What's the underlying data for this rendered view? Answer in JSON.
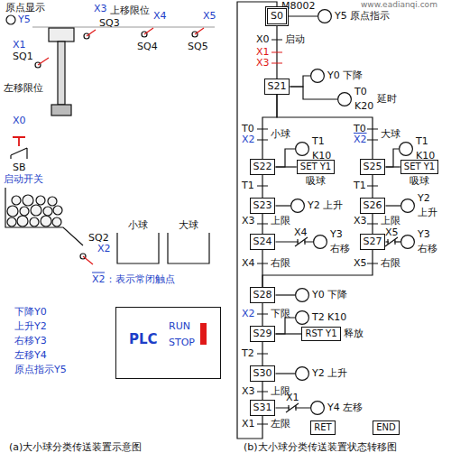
{
  "diagram": {
    "nodes": [
      {
        "text": [
          "S0"
        ]
      },
      {
        "text": [
          "Y5",
          "原点指示"
        ]
      },
      {
        "text": [
          "S21"
        ]
      },
      {
        "text": [
          "Y0",
          "下降"
        ]
      },
      {
        "text": [
          "T0",
          "K20",
          "延时"
        ]
      },
      {
        "text": [
          "S22"
        ]
      },
      {
        "text": [
          "T1",
          "K10"
        ]
      },
      {
        "text": [
          "SET Y1",
          "吸球"
        ]
      },
      {
        "text": [
          "S23"
        ]
      },
      {
        "text": [
          "Y2",
          "上升"
        ]
      },
      {
        "text": [
          "S24"
        ]
      },
      {
        "text": [
          "Y3",
          "右移"
        ]
      },
      {
        "text": [
          "S25"
        ]
      },
      {
        "text": [
          "T1",
          "K10"
        ]
      },
      {
        "text": [
          "SET Y1",
          "吸球"
        ]
      },
      {
        "text": [
          "S26"
        ]
      },
      {
        "text": [
          "Y2",
          "上升"
        ]
      },
      {
        "text": [
          "S27"
        ]
      },
      {
        "text": [
          "Y3",
          "右移"
        ]
      },
      {
        "text": [
          "S28"
        ]
      },
      {
        "text": [
          "Y0",
          "下降"
        ]
      },
      {
        "text": [
          "S29"
        ]
      },
      {
        "text": [
          "T2",
          "K10"
        ]
      },
      {
        "text": [
          "RST Y1",
          "释放"
        ]
      },
      {
        "text": [
          "S30"
        ]
      },
      {
        "text": [
          "Y2",
          "上升"
        ]
      },
      {
        "text": [
          "S31"
        ]
      },
      {
        "text": [
          "Y4",
          "左移"
        ]
      },
      {
        "text": [
          "RET"
        ]
      },
      {
        "text": [
          "END"
        ]
      },
      {
        "text": [
          "PLC",
          "RUN",
          "STOP"
        ]
      }
    ],
    "edges": [
      {
        "from": 0,
        "to": 2,
        "arrow": "none"
      },
      {
        "from": 0,
        "to": 1,
        "arrow": "none"
      },
      {
        "from": 2,
        "to": 3,
        "arrow": "none"
      },
      {
        "from": 2,
        "to": 4,
        "arrow": "none"
      },
      {
        "from": 2,
        "to": 5,
        "arrow": "none"
      },
      {
        "from": 2,
        "to": 12,
        "arrow": "none"
      },
      {
        "from": 5,
        "to": 6,
        "arrow": "none"
      },
      {
        "from": 5,
        "to": 7,
        "arrow": "none"
      },
      {
        "from": 5,
        "to": 8,
        "arrow": "none"
      },
      {
        "from": 8,
        "to": 9,
        "arrow": "none"
      },
      {
        "from": 8,
        "to": 10,
        "arrow": "none"
      },
      {
        "from": 10,
        "to": 11,
        "arrow": "none"
      },
      {
        "from": 10,
        "to": 19,
        "arrow": "none"
      },
      {
        "from": 12,
        "to": 13,
        "arrow": "none"
      },
      {
        "from": 12,
        "to": 14,
        "arrow": "none"
      },
      {
        "from": 12,
        "to": 15,
        "arrow": "none"
      },
      {
        "from": 15,
        "to": 16,
        "arrow": "none"
      },
      {
        "from": 15,
        "to": 17,
        "arrow": "none"
      },
      {
        "from": 17,
        "to": 18,
        "arrow": "none"
      },
      {
        "from": 17,
        "to": 19,
        "arrow": "none"
      },
      {
        "from": 19,
        "to": 20,
        "arrow": "none"
      },
      {
        "from": 19,
        "to": 21,
        "arrow": "none"
      },
      {
        "from": 21,
        "to": 22,
        "arrow": "none"
      },
      {
        "from": 21,
        "to": 23,
        "arrow": "none"
      },
      {
        "from": 21,
        "to": 24,
        "arrow": "none"
      },
      {
        "from": 24,
        "to": 25,
        "arrow": "none"
      },
      {
        "from": 24,
        "to": 26,
        "arrow": "none"
      },
      {
        "from": 26,
        "to": 27,
        "arrow": "none"
      },
      {
        "from": 26,
        "to": 0,
        "arrow": "none"
      }
    ],
    "labels": [
      "原点显示",
      "Y5",
      "X3",
      "上移限位",
      "SQ3",
      "X4",
      "SQ4",
      "X5",
      "SQ5",
      "X1",
      "SQ1",
      "左移限位",
      "X0",
      "SB",
      "启动开关",
      "SQ2",
      "X2",
      "小球",
      "大球",
      "X2：表示常闭触点",
      "下降Y0",
      "上升Y2",
      "右移Y3",
      "左移Y4",
      "原点指示Y5",
      "(a)大小球分类传送装置示意图",
      "M8002",
      "X0",
      "启动",
      "X1",
      "X3",
      "T0",
      "X2",
      "小球",
      "T0",
      "X2",
      "大球",
      "T1",
      "T1",
      "X3",
      "上限",
      "X3",
      "上限",
      "X4",
      "右限",
      "X5",
      "右限",
      "X2",
      "下限",
      "T2",
      "X3",
      "上限",
      "X1",
      "左限",
      "(b)大小球分类传送装置状态转移图",
      "www.eadianqi.com",
      "X4",
      "X5",
      "X1"
    ]
  }
}
